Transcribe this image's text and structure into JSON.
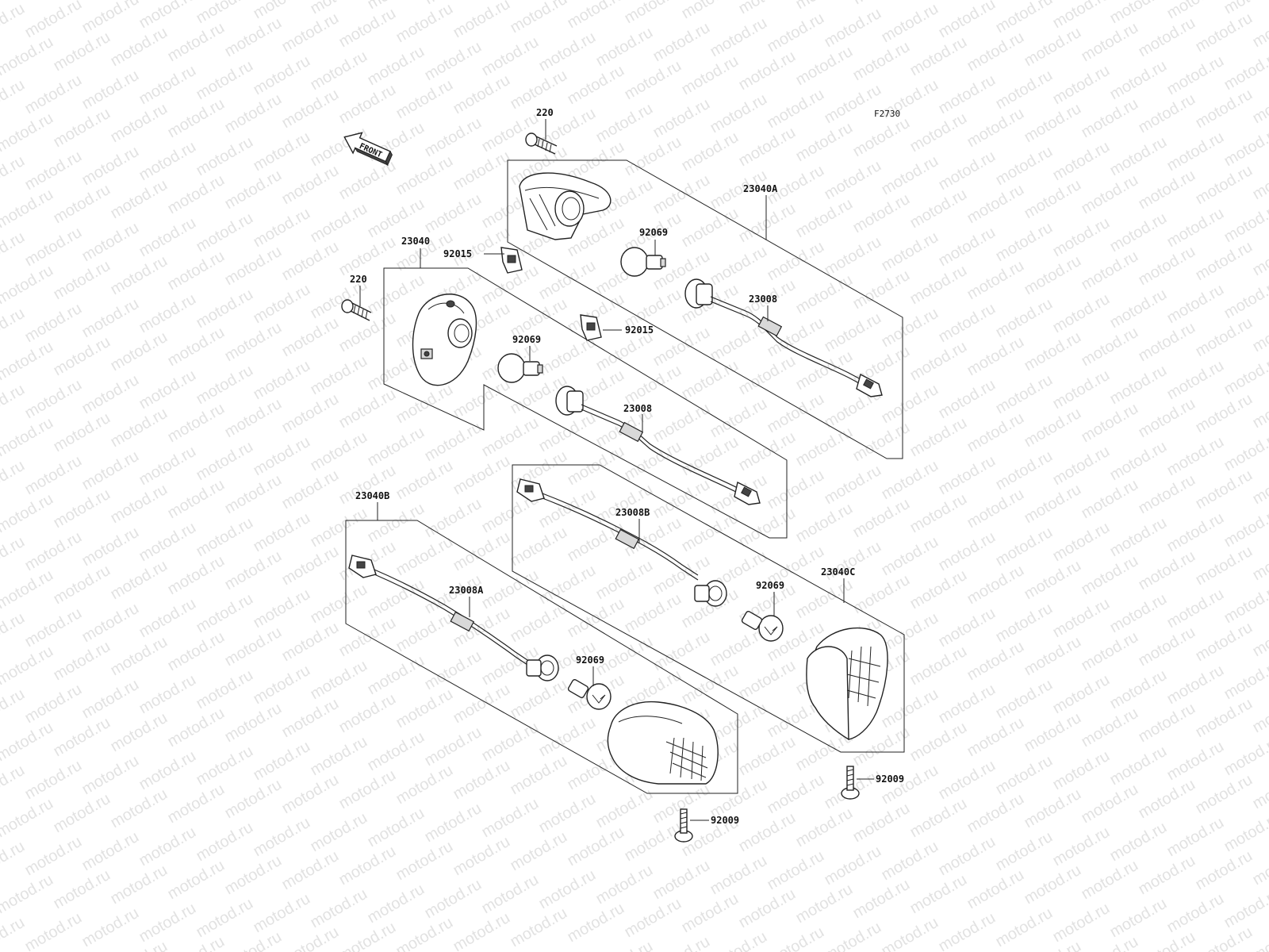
{
  "watermark": "motod.ru",
  "figure_code": "F2730",
  "front_label": "FRONT",
  "labels": {
    "screw_220_top": "220",
    "screw_220_left": "220",
    "assy_23040A": "23040A",
    "assy_23040": "23040",
    "assy_23040B": "23040B",
    "assy_23040C": "23040C",
    "bulb_92069_a": "92069",
    "bulb_92069_b": "92069",
    "bulb_92069_c": "92069",
    "bulb_92069_d": "92069",
    "nut_92015_a": "92015",
    "nut_92015_b": "92015",
    "socket_23008_a": "23008",
    "socket_23008_b": "23008",
    "socket_23008A": "23008A",
    "socket_23008B": "23008B",
    "screw_92009_a": "92009",
    "screw_92009_b": "92009"
  }
}
